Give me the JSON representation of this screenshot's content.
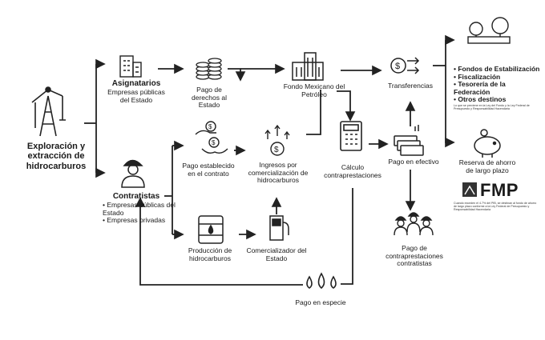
{
  "nodes": {
    "exploracion": "Exploración y extracción de hidrocarburos",
    "asignatarios_title": "Asignatarios",
    "asignatarios_sub": "Empresas públicas del Estado",
    "contratistas_title": "Contratistas",
    "contratistas_items": [
      "Empresas públicas del Estado",
      "Empresas privadas"
    ],
    "pago_derechos": "Pago de derechos al Estado",
    "pago_contrato": "Pago establecido en el contrato",
    "ingresos": "Ingresos por comercialización de hidrocarburos",
    "produccion": "Producción de hidrocarburos",
    "comercializador": "Comercializador del Estado",
    "fondo": "Fondo Mexicano del Petróleo",
    "calculo": "Cálculo contraprestaciones",
    "transferencias": "Transferencias",
    "pago_efectivo": "Pago en efectivo",
    "pago_contraprestaciones": "Pago de contraprestaciones contratistas",
    "pago_especie": "Pago en especie",
    "reserva": "Reserva de ahorro de largo plazo"
  },
  "destinos": [
    "Fondos de Estabilización",
    "Fiscalización",
    "Tesorería de la Federación",
    "Otros destinos"
  ],
  "destinos_nota": "Lo que se previene en la Ley del Fondo y la Ley Federal de Presupuesto y Responsabilidad Hacendaria",
  "fmp": {
    "logo": "FMP",
    "nota": "Cuando exceden el 4.7% del PIB, se destinan al fondo de ahorro de largo plazo conforme a la Ley Federal de Presupuesto y Responsabilidad Hacendaria"
  },
  "icons": [
    "oil-pump-icon",
    "building-icon",
    "coins-icon",
    "worker-icon",
    "hand-coin-icon",
    "hands-coin-icon",
    "coin-growth-icon",
    "barrel-icon",
    "fuel-pump-icon",
    "bank-icon",
    "calculator-icon",
    "coin-transfer-icon",
    "cash-icon",
    "workers-group-icon",
    "drops-icon",
    "trees-icon",
    "piggy-bank-icon"
  ]
}
